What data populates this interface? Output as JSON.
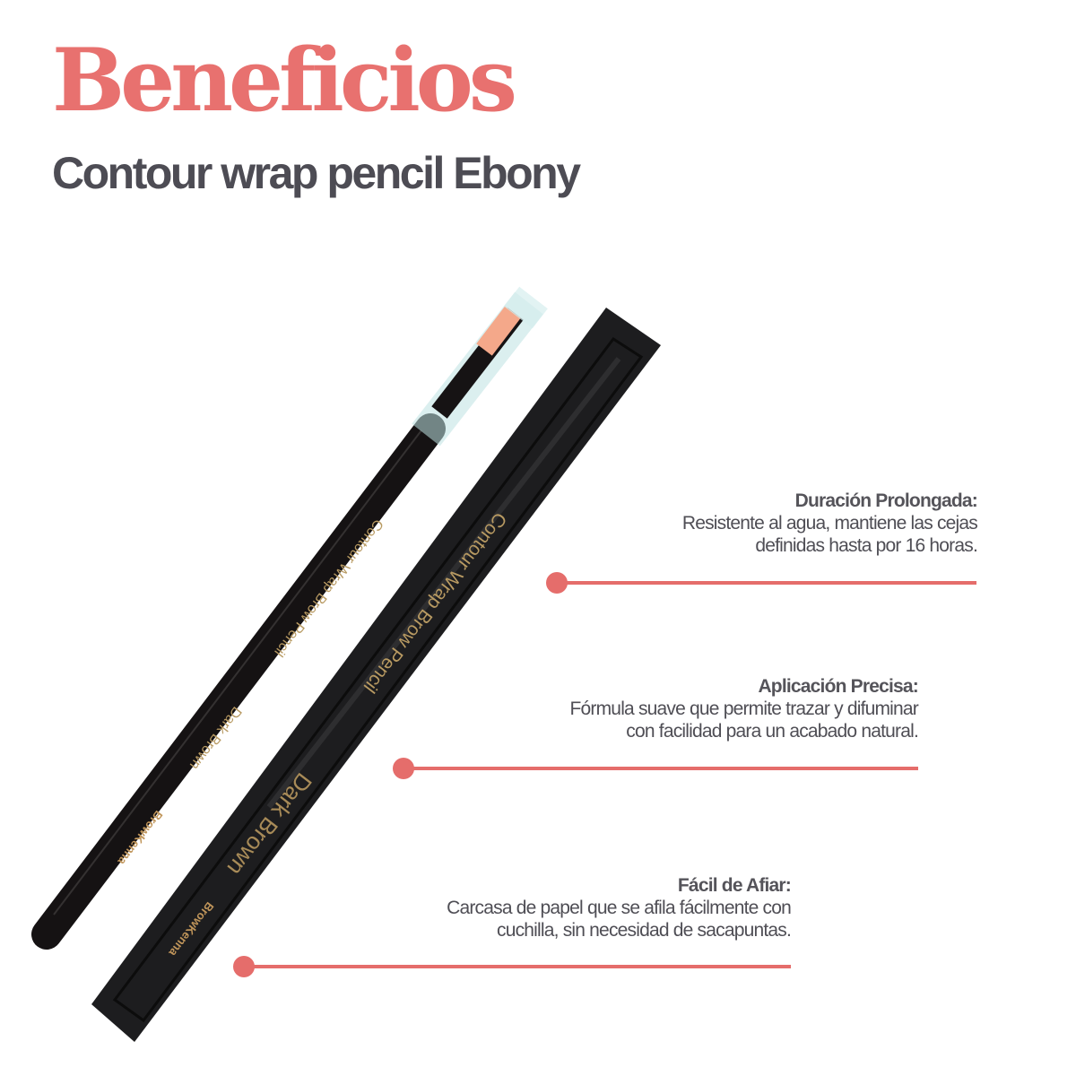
{
  "header": {
    "title": "Beneficios",
    "subtitle": "Contour wrap pencil Ebony"
  },
  "product": {
    "pencil_label": "Contour Wrap Brow Pencil",
    "shade": "Dark Brown",
    "brand": "BrowKenna"
  },
  "benefits": [
    {
      "title": "Duración Prolongada:",
      "line1": "Resistente al agua, mantiene las cejas",
      "line2": "definidas hasta por 16 horas."
    },
    {
      "title": "Aplicación Precisa:",
      "line1": "Fórmula suave que permite trazar y difuminar",
      "line2": "con facilidad para un acabado natural."
    },
    {
      "title": "Fácil de Afiar:",
      "line1": "Carcasa de papel que se afila fácilmente con",
      "line2": "cuchilla, sin necesidad de sacapuntas."
    }
  ],
  "colors": {
    "accent": "#e56d6b",
    "title": "#e8716f",
    "text": "#4d4c54"
  }
}
